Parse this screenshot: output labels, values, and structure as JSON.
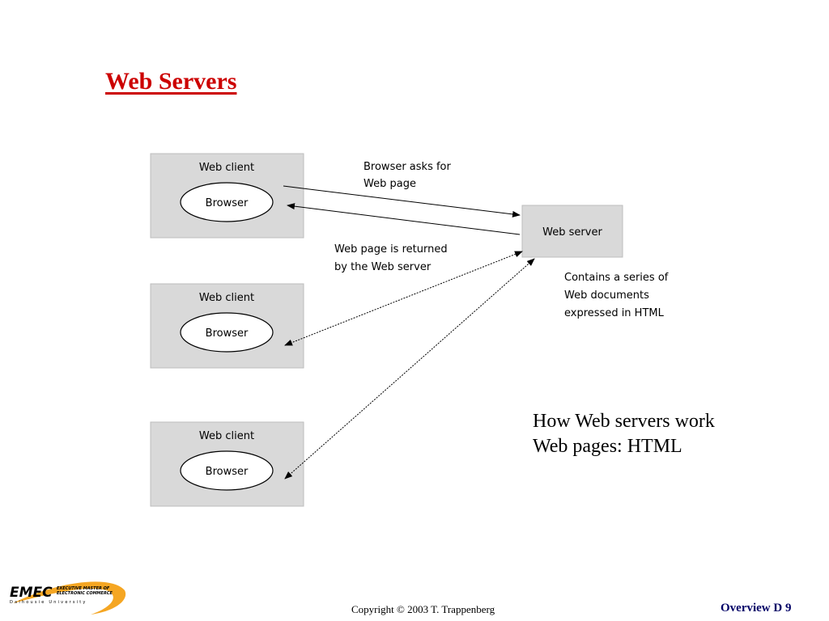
{
  "slide": {
    "title": "Web Servers",
    "notes": [
      "How Web servers work",
      "Web pages: HTML"
    ]
  },
  "diagram": {
    "clients": [
      {
        "label": "Web client",
        "app": "Browser"
      },
      {
        "label": "Web client",
        "app": "Browser"
      },
      {
        "label": "Web client",
        "app": "Browser"
      }
    ],
    "server": {
      "label": "Web server"
    },
    "request_label": [
      "Browser asks for",
      "Web page"
    ],
    "response_label": [
      "Web page is returned",
      "by the Web server"
    ],
    "server_note": [
      "Contains a series of",
      "Web documents",
      "expressed in HTML"
    ]
  },
  "footer": {
    "copyright": "Copyright © 2003 T. Trappenberg",
    "page_label": "Overview D 9",
    "logo_text": "EMEC",
    "logo_subtitle": [
      "EXECUTIVE MASTER OF",
      "ELECTRONIC COMMERCE"
    ],
    "logo_university": "Dalhousie University"
  },
  "colors": {
    "title": "#cc0000",
    "box_fill": "#d9d9d9",
    "logo_orange": "#f5a623",
    "page_label": "#000066"
  }
}
